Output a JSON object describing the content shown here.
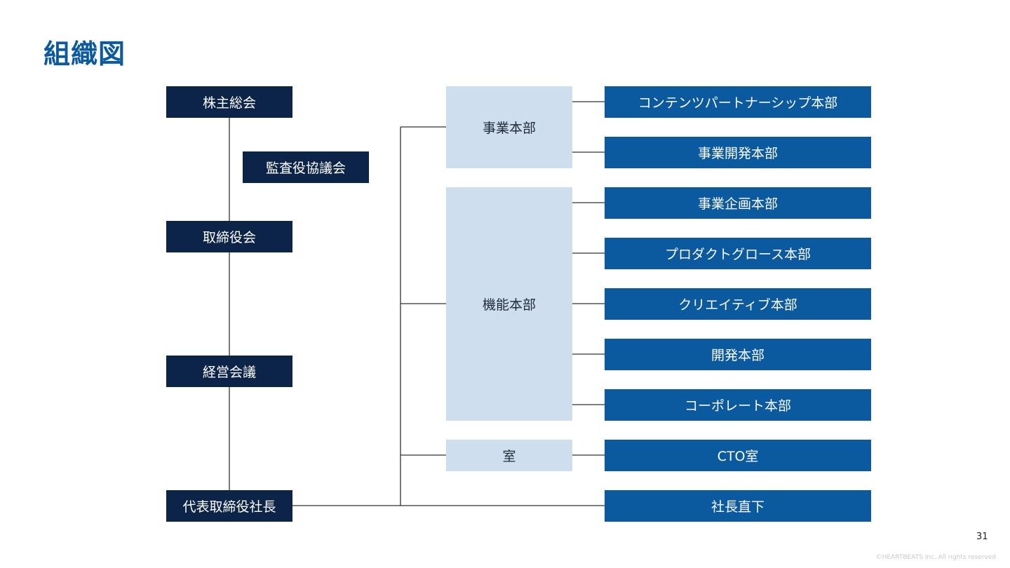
{
  "title": "組織図",
  "left_chain": {
    "shareholders": "株主総会",
    "audit": "監査役協議会",
    "board": "取締役会",
    "mgmt": "経営会議",
    "ceo": "代表取締役社長"
  },
  "groups": {
    "business": "事業本部",
    "function": "機能本部",
    "office": "室"
  },
  "units": [
    "コンテンツパートナーシップ本部",
    "事業開発本部",
    "事業企画本部",
    "プロダクトグロース本部",
    "クリエイティブ本部",
    "開発本部",
    "コーポレート本部",
    "CTO室",
    "社長直下"
  ],
  "footer": {
    "page_number": "31",
    "copyright": "©HEARTBEATS Inc. All rights reserved"
  },
  "colors": {
    "title": "#0b5aa0",
    "dark_box": "#0d2449",
    "blue_box": "#0b5aa0",
    "light_box": "#cfdeee",
    "line": "#333333"
  }
}
